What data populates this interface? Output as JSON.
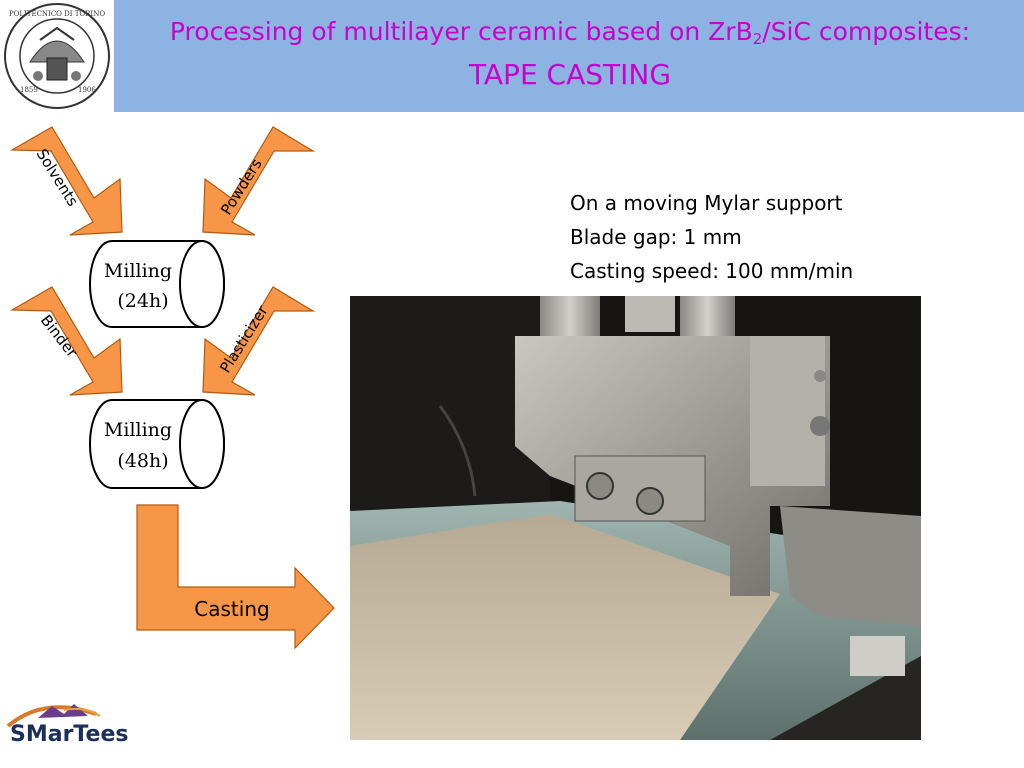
{
  "header": {
    "title_line1_a": "Processing of multilayer ceramic based  on ZrB",
    "title_line1_sub": "2",
    "title_line1_b": "/SiC composites:",
    "title_line2": "TAPE CASTING",
    "university_seal_text": "POLITECNICO DI TORINO 1859 1906"
  },
  "flow": {
    "inputs_top": {
      "left": "Solvents",
      "right": "Powders"
    },
    "milling1": {
      "line1": "Milling",
      "line2": "(24h)"
    },
    "inputs_bottom": {
      "left": "Binder",
      "right": "Plasticizer"
    },
    "milling2": {
      "line1": "Milling",
      "line2": "(48h)"
    },
    "output": "Casting"
  },
  "info": {
    "line1": "On a moving Mylar support",
    "line2": "Blade gap: 1 mm",
    "line3": "Casting speed: 100 mm/min"
  },
  "footer": {
    "logo_text": "SMarTees"
  },
  "colors": {
    "header_band": "#8db3e2",
    "title": "#cc00cc",
    "arrow_fill": "#f79646",
    "arrow_stroke": "#b35a12"
  }
}
